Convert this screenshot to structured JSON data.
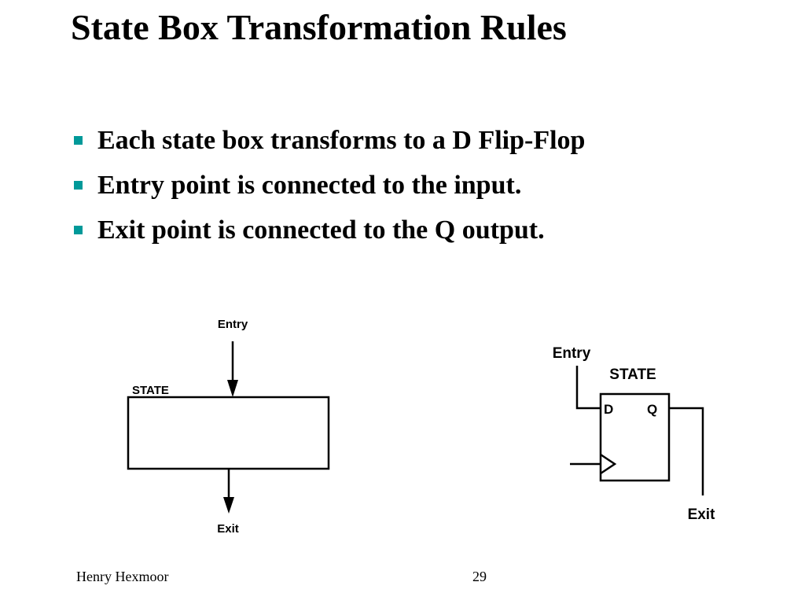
{
  "slide": {
    "title": "State Box Transformation Rules",
    "bullets": [
      "Each state box transforms to a D Flip-Flop",
      "Entry point is connected to the input.",
      "Exit point is connected to the Q output."
    ],
    "colors": {
      "bullet": "#009999",
      "lines": "#000000"
    }
  },
  "state_box_diagram": {
    "entry_label": "Entry",
    "state_label": "STATE",
    "exit_label": "Exit"
  },
  "flipflop_diagram": {
    "entry_label": "Entry",
    "state_label": "STATE",
    "d_label": "D",
    "q_label": "Q",
    "exit_label": "Exit"
  },
  "footer": {
    "author": "Henry Hexmoor",
    "page_number": "29"
  }
}
